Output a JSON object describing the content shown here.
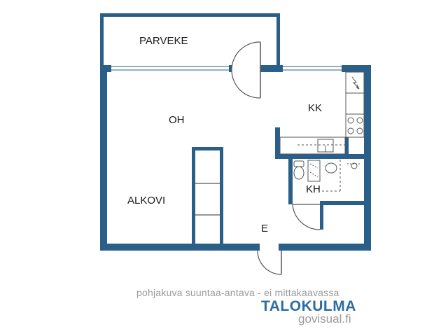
{
  "plan": {
    "rooms": {
      "balcony": "PARVEKE",
      "living_room": "OH",
      "kitchen": "KK",
      "bathroom": "KH",
      "alcove": "ALKOVI",
      "entrance": "E"
    },
    "wall_color": "#2a5f8a",
    "fixture_color": "#555555"
  },
  "footer": {
    "disclaimer": "pohjakuva suuntaa-antava - ei mittakaavassa",
    "brand": "TALOKULMA",
    "site": "govisual.fi",
    "brand_color": "#2d6da1"
  }
}
